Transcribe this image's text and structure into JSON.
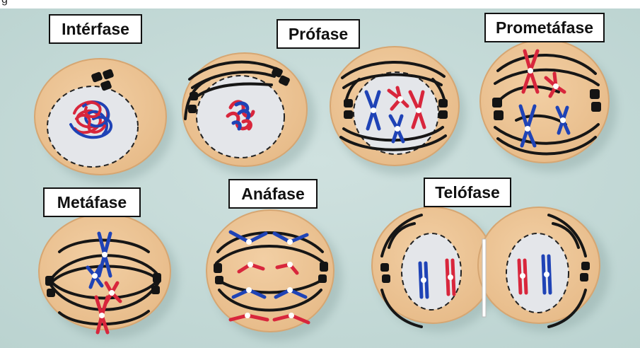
{
  "caption": {
    "text": "g"
  },
  "phases": [
    {
      "id": "interfase",
      "label": "Intérfase"
    },
    {
      "id": "profase",
      "label": "Prófase"
    },
    {
      "id": "prometafase",
      "label": "Prometáfase"
    },
    {
      "id": "metafase",
      "label": "Metáfase"
    },
    {
      "id": "anafase",
      "label": "Anáfase"
    },
    {
      "id": "telofase",
      "label": "Telófase"
    }
  ],
  "colors": {
    "background": "#c3d9d6",
    "cell": "#ecc596",
    "cell_edge": "#d8a874",
    "nucleus": "#e3e6ea",
    "chromosome_red": "#d8263c",
    "chromosome_blue": "#1f43b6",
    "spindle": "#161616"
  }
}
